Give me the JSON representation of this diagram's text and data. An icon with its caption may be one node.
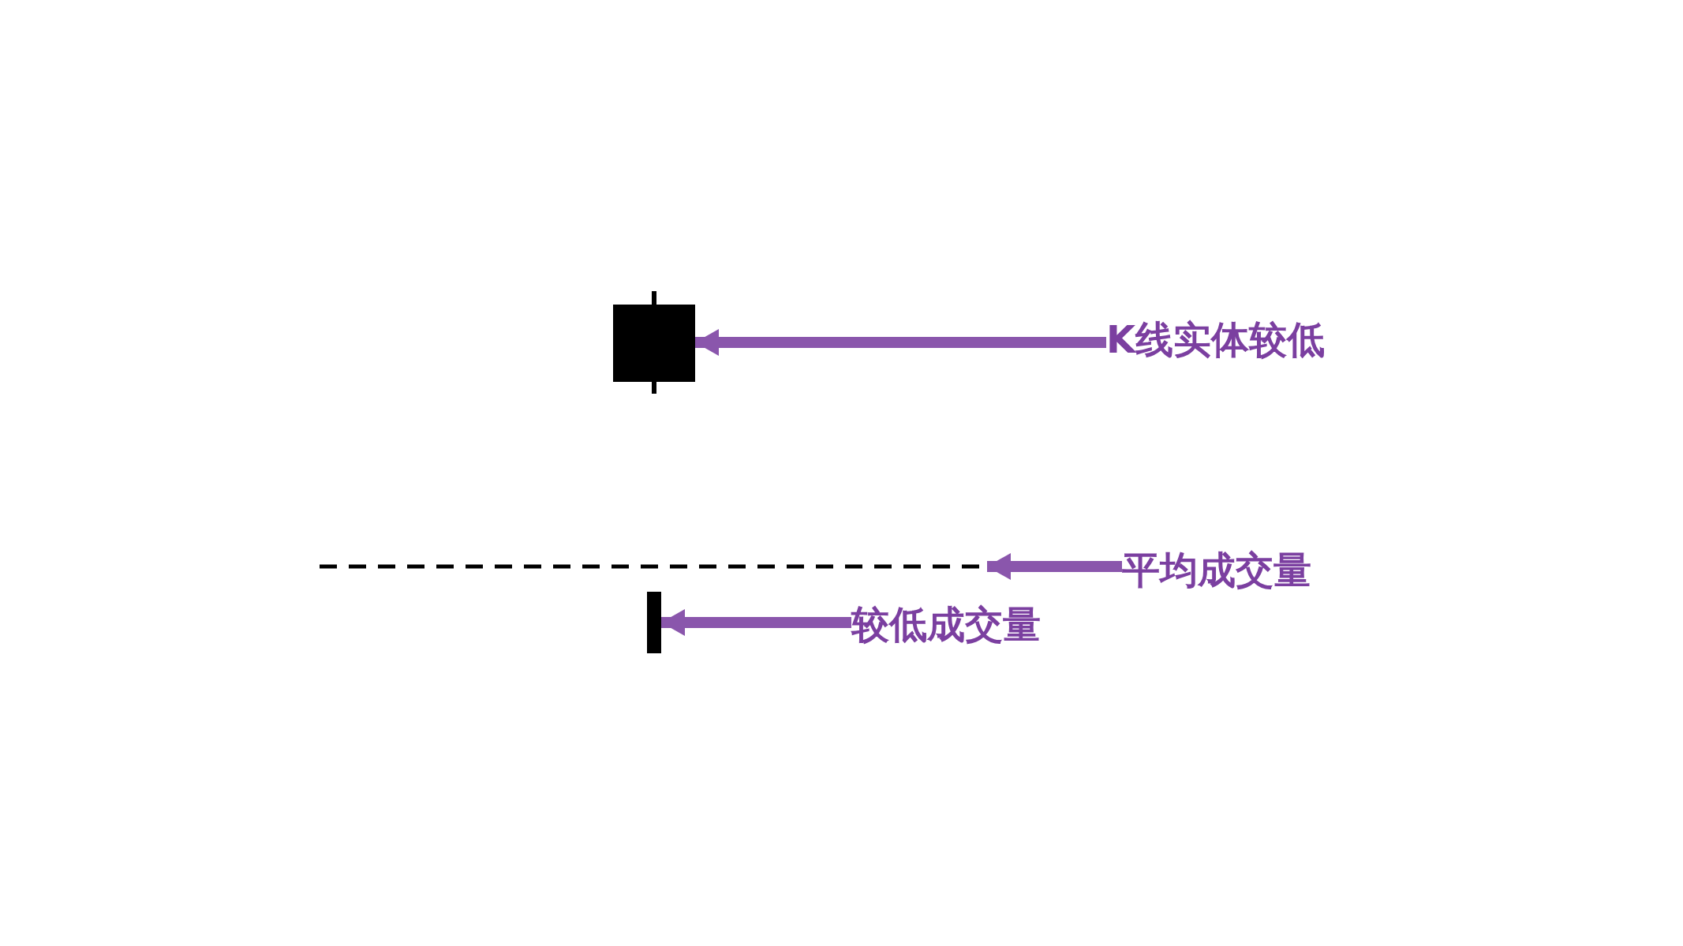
{
  "diagram": {
    "nodes": [
      {
        "text": [],
        "shape": "box"
      },
      {
        "text": [
          "K线实体较低"
        ]
      },
      {
        "text": [],
        "shape": "line"
      },
      {
        "text": [
          "平均成交量"
        ]
      },
      {
        "text": [],
        "shape": "bar"
      },
      {
        "text": [
          "较低成交量"
        ]
      }
    ],
    "edges": [
      {
        "from": 1,
        "to": 0,
        "arrow": "to"
      },
      {
        "from": 3,
        "to": 2,
        "arrow": "to"
      },
      {
        "from": 5,
        "to": 4,
        "arrow": "to"
      }
    ]
  }
}
